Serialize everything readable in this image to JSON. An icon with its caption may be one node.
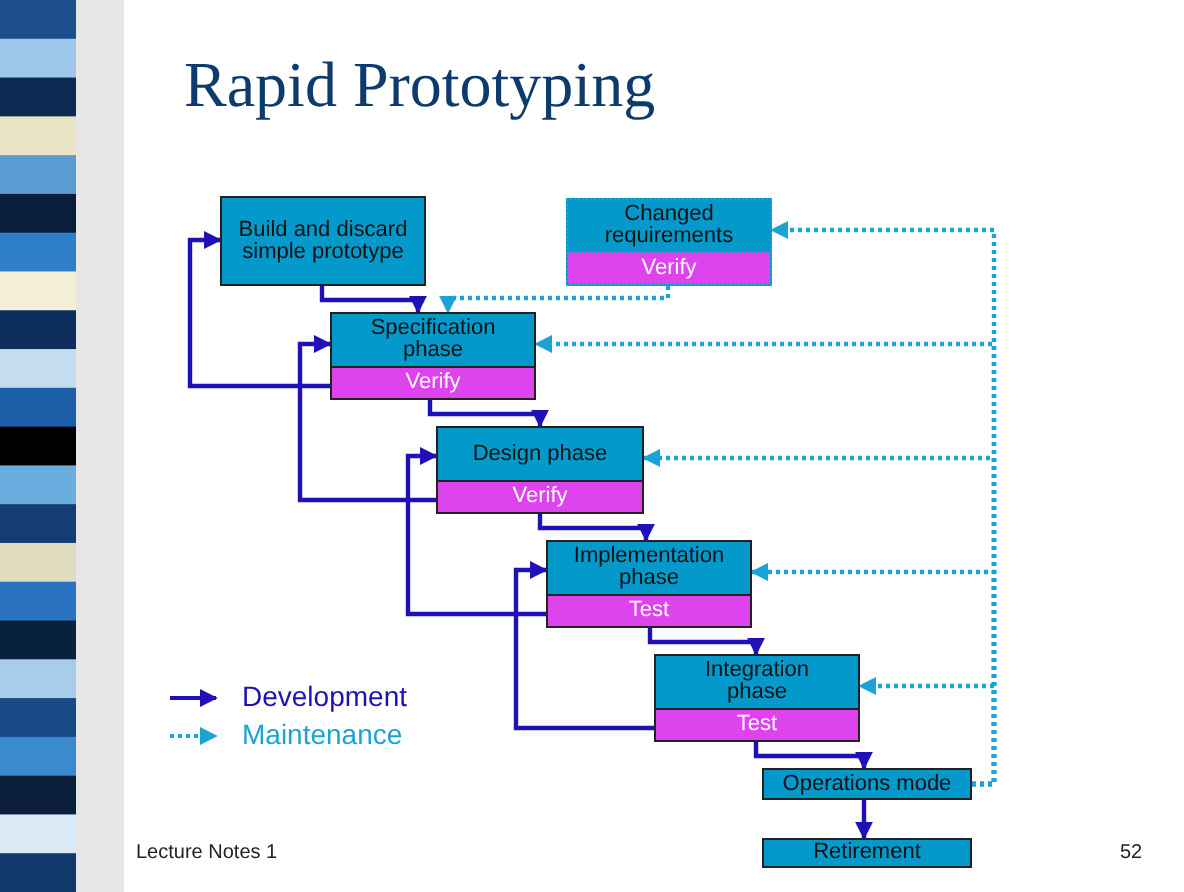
{
  "diagram": {
    "title": "Rapid Prototyping",
    "nodes": [
      {
        "text": [
          "Build and discard simple prototype"
        ]
      },
      {
        "text": [
          "Changed requirements",
          "Verify"
        ]
      },
      {
        "text": [
          "Specification phase",
          "Verify"
        ]
      },
      {
        "text": [
          "Design phase",
          "Verify"
        ]
      },
      {
        "text": [
          "Implementation phase",
          "Test"
        ]
      },
      {
        "text": [
          "Integration phase",
          "Test"
        ]
      },
      {
        "text": [
          "Operations mode"
        ]
      },
      {
        "text": [
          "Retirement"
        ]
      }
    ],
    "edges": [
      {
        "from": 0,
        "to": 2,
        "arrow": "to"
      },
      {
        "from": 2,
        "to": 0,
        "arrow": "to"
      },
      {
        "from": 2,
        "to": 3,
        "arrow": "to"
      },
      {
        "from": 3,
        "to": 2,
        "arrow": "to"
      },
      {
        "from": 3,
        "to": 4,
        "arrow": "to"
      },
      {
        "from": 4,
        "to": 3,
        "arrow": "to"
      },
      {
        "from": 4,
        "to": 5,
        "arrow": "to"
      },
      {
        "from": 5,
        "to": 4,
        "arrow": "to"
      },
      {
        "from": 5,
        "to": 6,
        "arrow": "to"
      },
      {
        "from": 6,
        "to": 7,
        "arrow": "to"
      },
      {
        "from": 1,
        "to": 2,
        "arrow": "to",
        "style": "dashed",
        "color": "#1ba3d6"
      },
      {
        "from": 6,
        "to": 1,
        "arrow": "to",
        "style": "dashed",
        "color": "#1ba3d6"
      },
      {
        "from": 6,
        "to": 2,
        "arrow": "to",
        "style": "dashed",
        "color": "#1ba3d6"
      },
      {
        "from": 6,
        "to": 3,
        "arrow": "to",
        "style": "dashed",
        "color": "#1ba3d6"
      },
      {
        "from": 6,
        "to": 4,
        "arrow": "to",
        "style": "dashed",
        "color": "#1ba3d6"
      },
      {
        "from": 6,
        "to": 5,
        "arrow": "to",
        "style": "dashed",
        "color": "#1ba3d6"
      }
    ],
    "labels": [
      "Lecture Notes 1",
      "52"
    ],
    "legend": [
      {
        "text": "Development"
      },
      {
        "text": "Maintenance"
      }
    ]
  }
}
